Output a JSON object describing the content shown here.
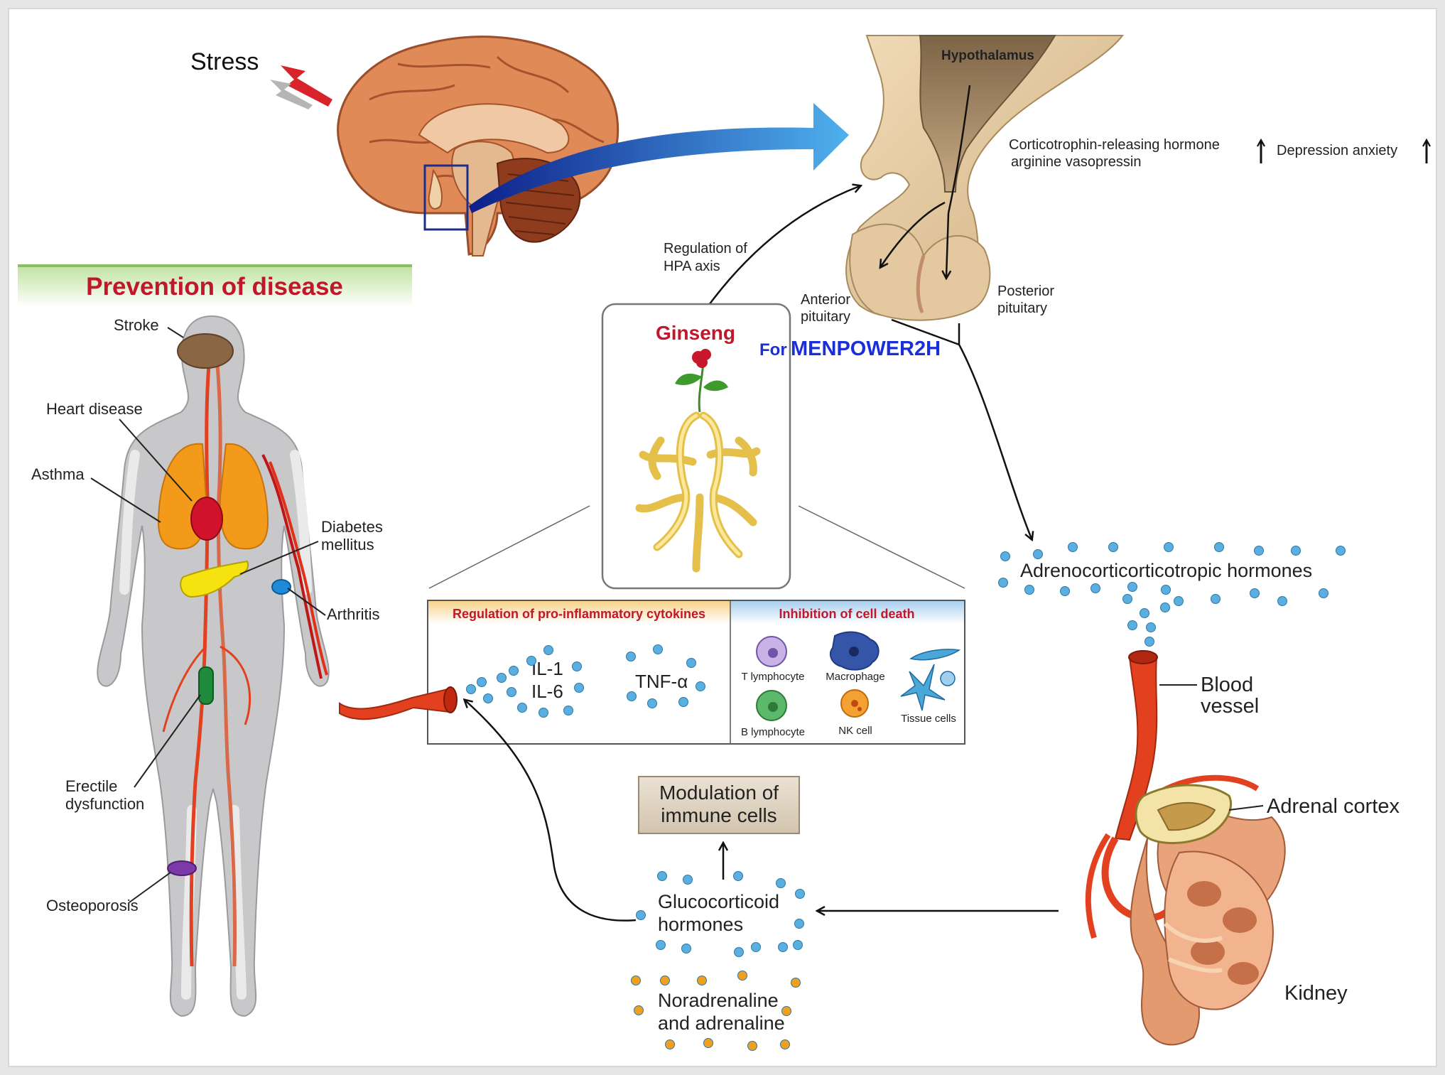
{
  "labels": {
    "stress": "Stress",
    "hypothalamus": "Hypothalamus",
    "crh_line1": "Corticotrophin-releasing hormone",
    "crh_line2": "arginine vasopressin",
    "depression": "Depression anxiety",
    "hpa_line1": "Regulation of",
    "hpa_line2": "HPA axis",
    "anterior_line1": "Anterior",
    "anterior_line2": "pituitary",
    "posterior_line1": "Posterior",
    "posterior_line2": "pituitary",
    "ginseng": "Ginseng",
    "watermark_prefix": "For",
    "watermark_main": "MENPOWER2H",
    "prevention_title": "Prevention of disease",
    "stroke": "Stroke",
    "heart_disease": "Heart disease",
    "asthma": "Asthma",
    "diabetes_line1": "Diabetes",
    "diabetes_line2": "mellitus",
    "arthritis": "Arthritis",
    "erectile_line1": "Erectile",
    "erectile_line2": "dysfunction",
    "osteoporosis": "Osteoporosis",
    "acth": "Adrenocorticorticotropic hormones",
    "blood_line1": "Blood",
    "blood_line2": "vessel",
    "adrenal_cortex": "Adrenal cortex",
    "kidney": "Kidney",
    "modulation_line1": "Modulation of",
    "modulation_line2": "immune cells",
    "gluco_line1": "Glucocorticoid",
    "gluco_line2": "hormones",
    "nor_line1": "Noradrenaline",
    "nor_line2": "and adrenaline"
  },
  "panel": {
    "left_header": "Regulation of pro-inflammatory cytokines",
    "right_header": "Inhibition of cell death",
    "il1": "IL-1",
    "il6": "IL-6",
    "tnf": "TNF-α",
    "cells": {
      "t_lymphocyte": "T lymphocyte",
      "macrophage": "Macrophage",
      "b_lymphocyte": "B lymphocyte",
      "nk_cell": "NK cell",
      "tissue_cells": "Tissue cells"
    }
  },
  "colors": {
    "dark_red": "#c0172b",
    "blue_arrow": "#2b6fd6",
    "dot_blue": "#5aaee0",
    "dot_orange": "#f0a020",
    "lung_orange": "#f39a1b",
    "heart_red": "#d0132a",
    "vessel_red": "#e2401f",
    "watermark": "#1a2fd6"
  }
}
